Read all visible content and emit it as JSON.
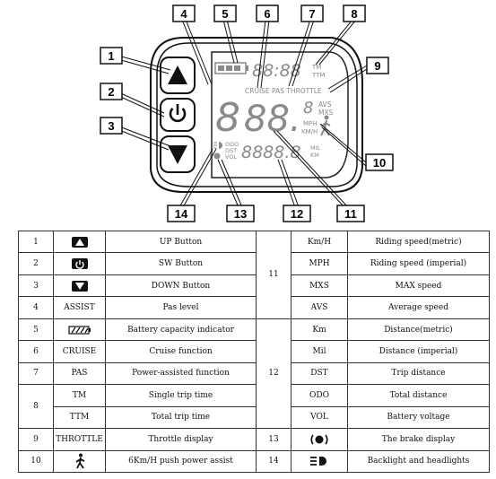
{
  "diagram": {
    "callouts": [
      "1",
      "2",
      "3",
      "4",
      "5",
      "6",
      "7",
      "8",
      "9",
      "10",
      "11",
      "12",
      "13",
      "14"
    ],
    "lcd": {
      "time_digits": "88:88",
      "time_unit_tm": "TM",
      "time_unit_ttm": "TTM",
      "mode_text": "CRUISE PAS THROTTLE",
      "assist_digit": "8",
      "speed_digits": "88.",
      "speed_small_digit": "8",
      "speed_avs": "AVS",
      "speed_mxs": "MXS",
      "speed_mph": "MPH",
      "speed_kmh": "KM/H",
      "odo": "ODO",
      "dst": "DST",
      "vol": "VOL",
      "distance_digits": "8888.8",
      "mil": "MIL",
      "km": "KM"
    }
  },
  "legend": {
    "left": [
      {
        "num": "1",
        "icon": "up-button-icon",
        "desc": "UP Button"
      },
      {
        "num": "2",
        "icon": "power-button-icon",
        "desc": "SW Button"
      },
      {
        "num": "3",
        "icon": "down-button-icon",
        "desc": "DOWN Button"
      },
      {
        "num": "4",
        "item": "ASSIST",
        "desc": "Pas level"
      },
      {
        "num": "5",
        "icon": "battery-icon",
        "desc": "Battery capacity indicator"
      },
      {
        "num": "6",
        "item": "CRUISE",
        "desc": "Cruise function"
      },
      {
        "num": "7",
        "item": "PAS",
        "desc": "Power-assisted function"
      },
      {
        "num": "8",
        "item": "TM",
        "desc": "Single trip time"
      },
      {
        "item": "TTM",
        "desc": "Total trip time"
      },
      {
        "num": "9",
        "item": "THROTTLE",
        "desc": "Throttle display"
      },
      {
        "num": "10",
        "icon": "walking-person-icon",
        "desc": "6Km/H push power assist"
      }
    ],
    "right": [
      {
        "num": "11",
        "item": "Km/H",
        "desc": "Riding speed(metric)"
      },
      {
        "item": "MPH",
        "desc": "Riding speed (imperial)"
      },
      {
        "item": "MXS",
        "desc": "MAX speed"
      },
      {
        "item": "AVS",
        "desc": "Average speed"
      },
      {
        "num": "12",
        "item": "Km",
        "desc": "Distance(metric)"
      },
      {
        "item": "Mil",
        "desc": "Distance (imperial)"
      },
      {
        "item": "DST",
        "desc": "Trip distance"
      },
      {
        "item": "ODO",
        "desc": "Total distance"
      },
      {
        "item": "VOL",
        "desc": "Battery voltage"
      },
      {
        "num": "13",
        "icon": "brake-icon",
        "desc": "The brake display"
      },
      {
        "num": "14",
        "icon": "headlight-icon",
        "desc": "Backlight and headlights"
      }
    ]
  }
}
